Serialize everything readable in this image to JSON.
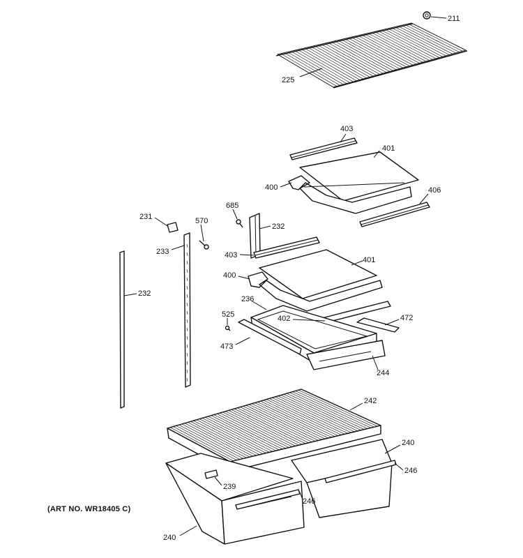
{
  "art_number": "(ART NO. WR18405 C)",
  "callouts": {
    "c211": "211",
    "c225": "225",
    "c403a": "403",
    "c401a": "401",
    "c400a": "400",
    "c406": "406",
    "c685": "685",
    "c232a": "232",
    "c231": "231",
    "c570": "570",
    "c233": "233",
    "c403b": "403",
    "c401b": "401",
    "c400b": "400",
    "c232b": "232",
    "c236": "236",
    "c525": "525",
    "c402": "402",
    "c472": "472",
    "c473": "473",
    "c244": "244",
    "c242": "242",
    "c240a": "240",
    "c246a": "246",
    "c239": "239",
    "c246b": "246",
    "c240b": "240"
  }
}
